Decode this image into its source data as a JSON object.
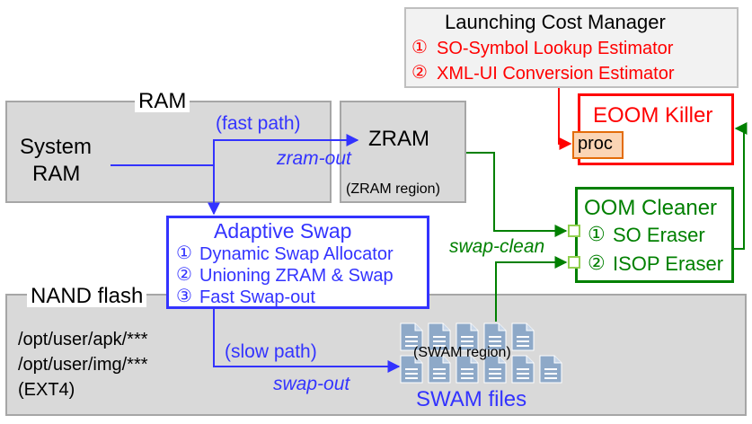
{
  "ram": {
    "label": "RAM"
  },
  "system_ram": {
    "line1": "System",
    "line2": "RAM"
  },
  "zram": {
    "label": "ZRAM",
    "region": "(ZRAM region)"
  },
  "paths": {
    "fast": "(fast path)",
    "zram_out": "zram-out",
    "slow": "(slow path)",
    "swap_out": "swap-out",
    "swap_clean": "swap-clean"
  },
  "adaptive_swap": {
    "title": "Adaptive Swap",
    "items": [
      {
        "num": "①",
        "text": "Dynamic Swap Allocator"
      },
      {
        "num": "②",
        "text": "Unioning ZRAM & Swap"
      },
      {
        "num": "③",
        "text": "Fast Swap-out"
      }
    ]
  },
  "nand": {
    "label": "NAND flash",
    "paths": [
      "/opt/user/apk/***",
      "/opt/user/img/***",
      "(EXT4)"
    ]
  },
  "swam": {
    "region": "(SWAM region)",
    "files_label": "SWAM files"
  },
  "launching_cost_manager": {
    "title": "Launching Cost Manager",
    "items": [
      {
        "num": "①",
        "text": "SO-Symbol Lookup Estimator"
      },
      {
        "num": "②",
        "text": "XML-UI Conversion Estimator"
      }
    ]
  },
  "eoom_killer": {
    "title": "EOOM Killer",
    "proc": "proc"
  },
  "oom_cleaner": {
    "title": "OOM Cleaner",
    "items": [
      {
        "num": "①",
        "text": "SO Eraser"
      },
      {
        "num": "②",
        "text": "ISOP Eraser"
      }
    ]
  },
  "colors": {
    "blue": "#3333ff",
    "red": "#ff0000",
    "green": "#008000",
    "gray_fill": "#d9d9d9",
    "gray_border": "#a6a6a6",
    "file_icon": "#8ea9c8",
    "proc_fill": "#fbd5b5",
    "proc_border": "#e36c09"
  }
}
